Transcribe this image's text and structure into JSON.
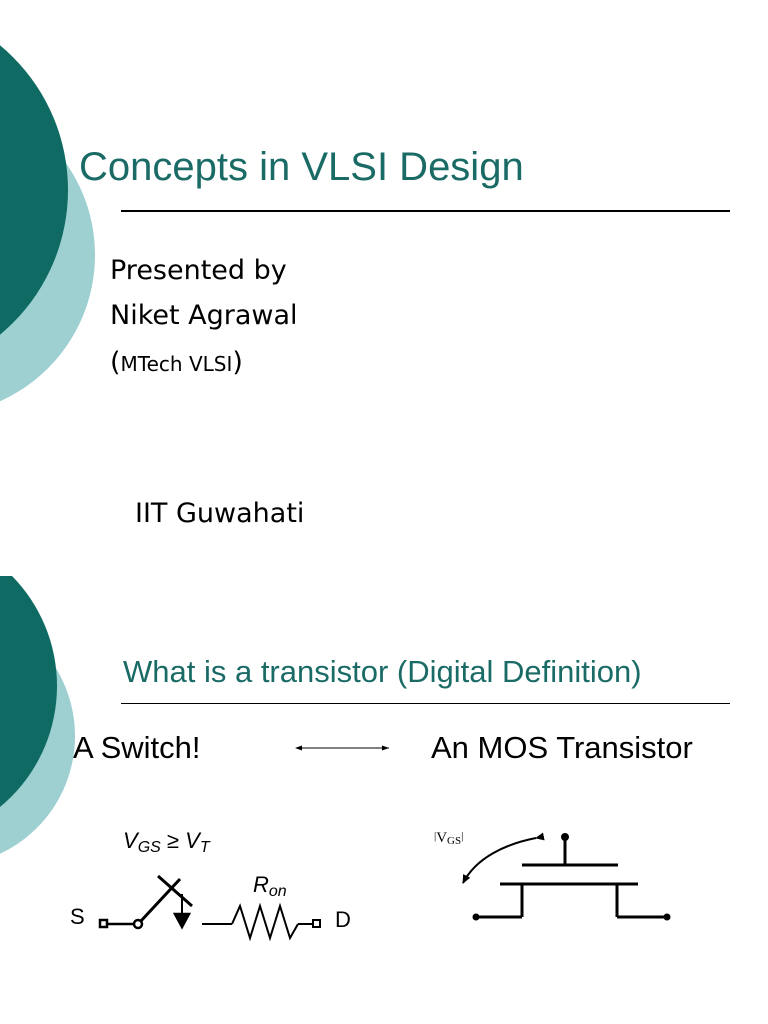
{
  "slide1": {
    "title": "Concepts in VLSI Design",
    "presented_by": "Presented by",
    "author": "Niket Agrawal",
    "program_open": "(",
    "program": "MTech VLSI",
    "program_close": ")",
    "institute": "IIT Guwahati"
  },
  "slide2": {
    "title": "What is a transistor (Digital Definition)",
    "left_label": "A Switch!",
    "right_label": "An MOS Transistor",
    "switch_diagram": {
      "condition": {
        "v": "V",
        "gs": "GS",
        "op": " ≥ ",
        "vt": "V",
        "t": "T"
      },
      "resistor": {
        "r": "R",
        "on": "on"
      },
      "source": "S",
      "drain": "D"
    },
    "mos_diagram": {
      "vgs": {
        "bar_l": "|",
        "v": "V",
        "gs": "GS",
        "bar_r": "|"
      }
    }
  },
  "theme": {
    "dark_teal": "#0f6a63",
    "light_teal": "#9ed0d2",
    "title_color": "#1a6b66"
  }
}
